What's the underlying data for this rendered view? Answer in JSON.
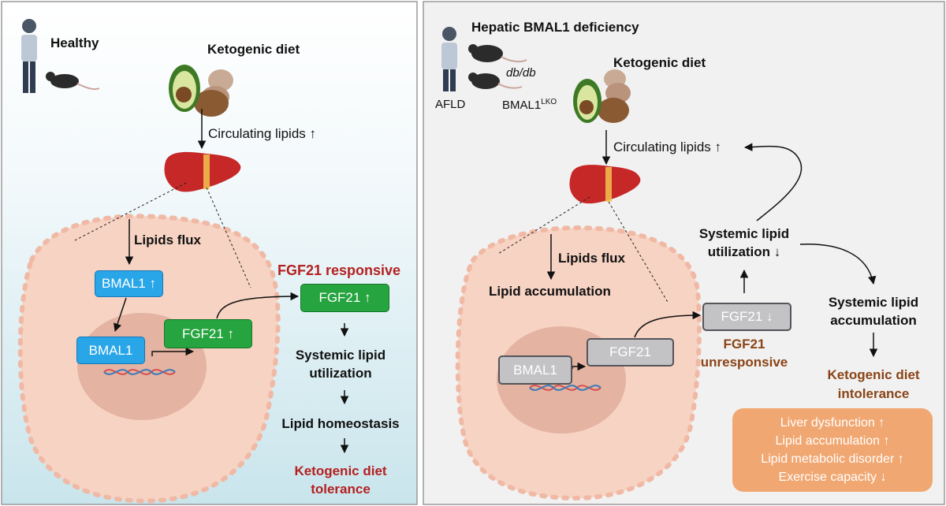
{
  "colors": {
    "left_gradient_top": "#ffffff",
    "left_gradient_bottom": "#cfe8ee",
    "right_panel_bg": "#f1f1f1",
    "cell": "#f7d3c3",
    "nucleus": "#e4b3a1",
    "liver": "#c62828",
    "bmal1_box": "#29a6e8",
    "fgf21_box": "#25a43f",
    "inactive_box": "#c3c3c6",
    "highlight_red": "#b42020",
    "highlight_brown": "#8a4416",
    "outcome_box": "#f1a771"
  },
  "left": {
    "title": "Healthy",
    "diet": "Ketogenic diet",
    "circulating": "Circulating lipids ↑",
    "lipids_flux": "Lipids flux",
    "bmal1_up": "BMAL1 ↑",
    "bmal1": "BMAL1",
    "fgf21_up_inner": "FGF21 ↑",
    "fgf21_responsive": "FGF21 responsive",
    "fgf21_up_outer": "FGF21 ↑",
    "systemic_line1": "Systemic lipid",
    "systemic_line2": "utilization",
    "homeostasis": "Lipid homeostasis",
    "tolerance_line1": "Ketogenic diet",
    "tolerance_line2": "tolerance"
  },
  "right": {
    "title": "Hepatic BMAL1 deficiency",
    "dbdb": "db/db",
    "afld": "AFLD",
    "bmal1_lko": "BMAL1",
    "lko_sup": "LKO",
    "diet": "Ketogenic diet",
    "circulating": "Circulating lipids ↑",
    "lipids_flux": "Lipids flux",
    "lipid_accumulation": "Lipid accumulation",
    "bmal1": "BMAL1",
    "fgf21": "FGF21",
    "fgf21_down": "FGF21 ↓",
    "unresponsive_line1": "FGF21",
    "unresponsive_line2": "unresponsive",
    "util_line1": "Systemic lipid",
    "util_line2": "utilization ↓",
    "accum_line1": "Systemic lipid",
    "accum_line2": "accumulation",
    "intol_line1": "Ketogenic diet",
    "intol_line2": "intolerance",
    "outcomes": [
      "Liver dysfunction ↑",
      "Lipid accumulation ↑",
      "Lipid metabolic disorder ↑",
      "Exercise capacity ↓"
    ]
  }
}
